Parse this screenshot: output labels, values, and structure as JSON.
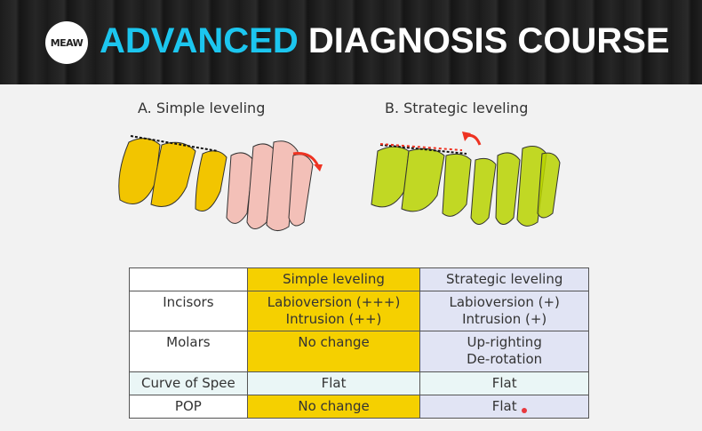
{
  "header": {
    "logo": "MEAW",
    "title_accent": "ADVANCED",
    "title_rest": "DIAGNOSIS COURSE"
  },
  "figures": {
    "a_label": "A. Simple leveling",
    "b_label": "B. Strategic leveling"
  },
  "table": {
    "headers": [
      "",
      "Simple leveling",
      "Strategic leveling"
    ],
    "rows": [
      {
        "label": "Incisors",
        "simple": [
          "Labioversion (+++)",
          "Intrusion (++)"
        ],
        "strategic": [
          "Labioversion (+)",
          "Intrusion (+)"
        ]
      },
      {
        "label": "Molars",
        "simple": [
          "No change"
        ],
        "strategic": [
          "Up-righting",
          "De-rotation"
        ]
      },
      {
        "label": "Curve of Spee",
        "simple": [
          "Flat"
        ],
        "strategic": [
          "Flat"
        ]
      },
      {
        "label": "POP",
        "simple": [
          "No change"
        ],
        "strategic": [
          "Flat"
        ]
      }
    ]
  },
  "colors": {
    "accent": "#1cc6ef",
    "simple": "#f5d000",
    "strategic": "#e1e4f4"
  }
}
